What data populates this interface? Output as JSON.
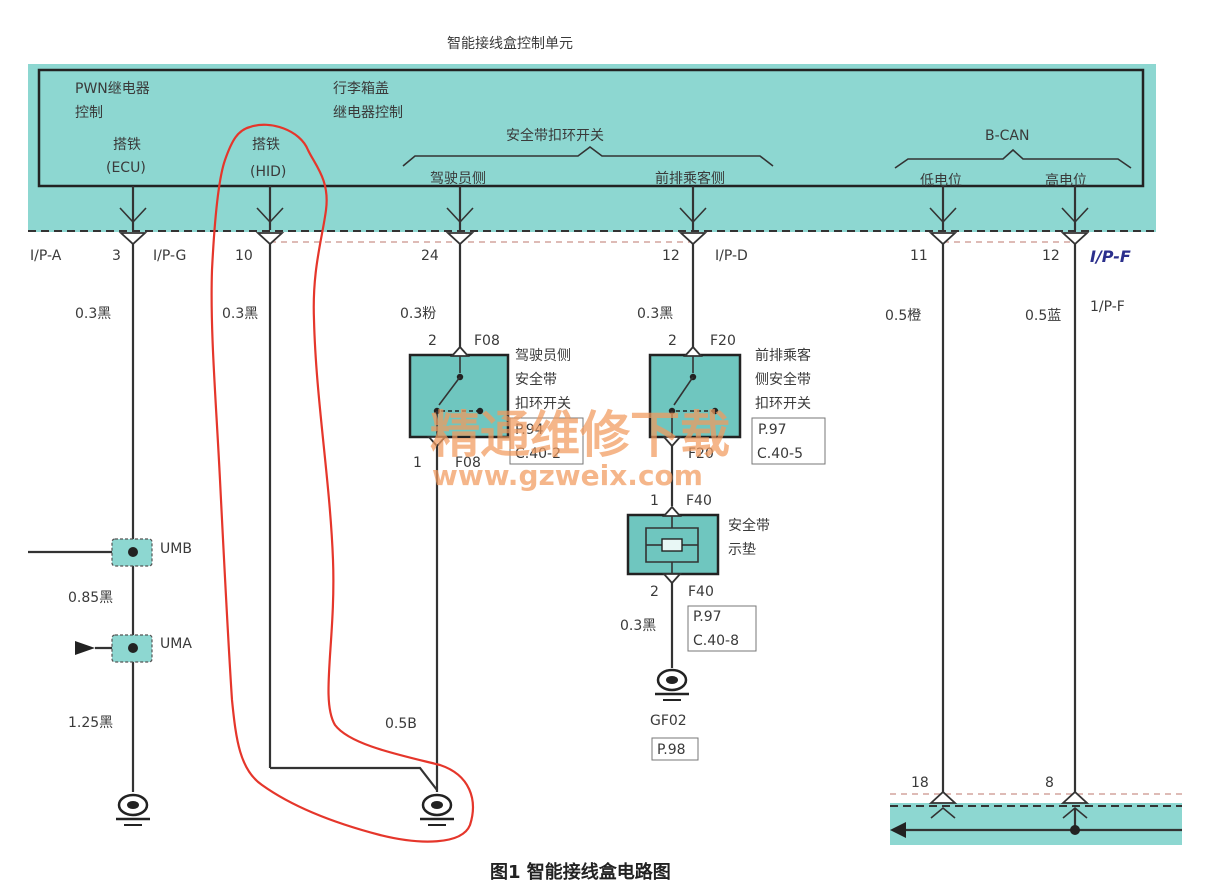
{
  "title": "智能接线盒控制单元",
  "caption": "图1 智能接线盒电路图",
  "watermark": {
    "name": "精通维修下载",
    "url": "www.gzweix.com"
  },
  "control_unit": {
    "pwn_relay": [
      "PWN继电器",
      "控制"
    ],
    "trunk_relay": [
      "行李箱盖",
      "继电器控制"
    ],
    "ground_ecu": [
      "搭铁",
      "(ECU)"
    ],
    "ground_hid": [
      "搭铁",
      "(HID)"
    ],
    "seatbelt_switch": {
      "label": "安全带扣环开关",
      "driver": "驾驶员侧",
      "passenger": "前排乘客侧"
    },
    "bcan": {
      "label": "B-CAN",
      "low": "低电位",
      "high": "高电位"
    }
  },
  "connector_labels": {
    "ip_a": "I/P-A",
    "ip_g": "I/P-G",
    "ip_d": "I/P-D",
    "ip_f": "I/P-F",
    "ip_f_alt": "1/P-F"
  },
  "pin_numbers": {
    "ecu_ground": "3",
    "hid_ground": "10",
    "driver_switch": "24",
    "passenger_switch": "12",
    "can_low": "11",
    "can_high": "12",
    "can_low_bottom": "18",
    "can_high_bottom": "8"
  },
  "wires": {
    "ecu_ground": "0.3黑",
    "hid_ground": "0.3黑",
    "driver_switch": "0.3粉",
    "passenger_switch": "0.3黑",
    "can_low": "0.5橙",
    "can_high": "0.5蓝",
    "umb_uma": "0.85黑",
    "uma_ground": "1.25黑",
    "hid_to_ground": "0.5B",
    "seat_mat_ground": "0.3黑"
  },
  "splices": {
    "umb": "UMB",
    "uma": "UMA"
  },
  "components": {
    "f08": {
      "id": "F08",
      "pin_top": "2",
      "pin_bottom": "1",
      "name": [
        "驾驶员侧",
        "安全带",
        "扣环开关"
      ],
      "ref": [
        "P.94",
        "C.40-2"
      ]
    },
    "f20": {
      "id": "F20",
      "pin_top": "2",
      "name": [
        "前排乘客",
        "侧安全带",
        "扣环开关"
      ],
      "ref": [
        "P.97",
        "C.40-5"
      ]
    },
    "f40": {
      "id": "F40",
      "pin_top": "1",
      "pin_bottom": "2",
      "name": [
        "安全带",
        "示垫"
      ],
      "ref": [
        "P.97",
        "C.40-8"
      ]
    }
  },
  "ground_gf02": {
    "id": "GF02",
    "ref": "P.98"
  },
  "colors": {
    "teal": "#8dd7d1",
    "component_fill": "#6fc6bf",
    "annotation_red": "#e5362b",
    "watermark": "#f29a5e",
    "connector_blue": "#2b2f8c"
  }
}
